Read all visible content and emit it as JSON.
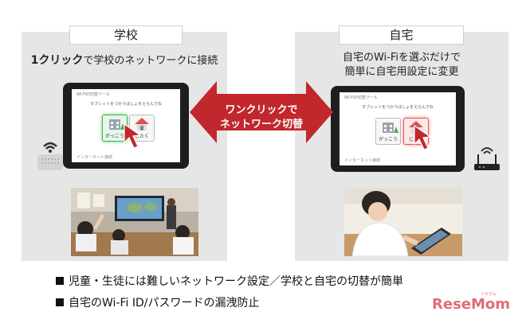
{
  "left": {
    "label": "学校",
    "caption_bold": "1クリック",
    "caption_rest": "で学校のネットワークに接続",
    "screen_title": "Wi-Fiの切替ツール",
    "screen_prompt": "タブレットをつかうばしょをえらんでね",
    "button_school": "がっこう",
    "button_home": "じたく",
    "screen_footer": "インターネット接続"
  },
  "right": {
    "label": "自宅",
    "caption_line1": "自宅のWi-Fiを選ぶだけで",
    "caption_line2": "簡単に自宅用設定に変更",
    "screen_title": "Wi-Fiの切替ツール",
    "screen_prompt": "タブレットをつかうばしょをえらんでね",
    "button_school": "がっこう",
    "button_home": "じたく",
    "screen_footer": "インターネット接続"
  },
  "arrow": {
    "line1": "ワンクリックで",
    "line2": "ネットワーク切替"
  },
  "bullets": [
    "児童・生徒には難しいネットワーク設定／学校と自宅の切替が簡単",
    "自宅のWi-Fi ID/パスワードの漏洩防止"
  ],
  "logo": {
    "text": "ReseMom",
    "sub": "リセマム"
  },
  "colors": {
    "panel": "#e6e6e6",
    "arrow": "#c1272d",
    "logo": "#e06d74",
    "school_icon": "#4caf50",
    "home_icon": "#d9534f"
  }
}
